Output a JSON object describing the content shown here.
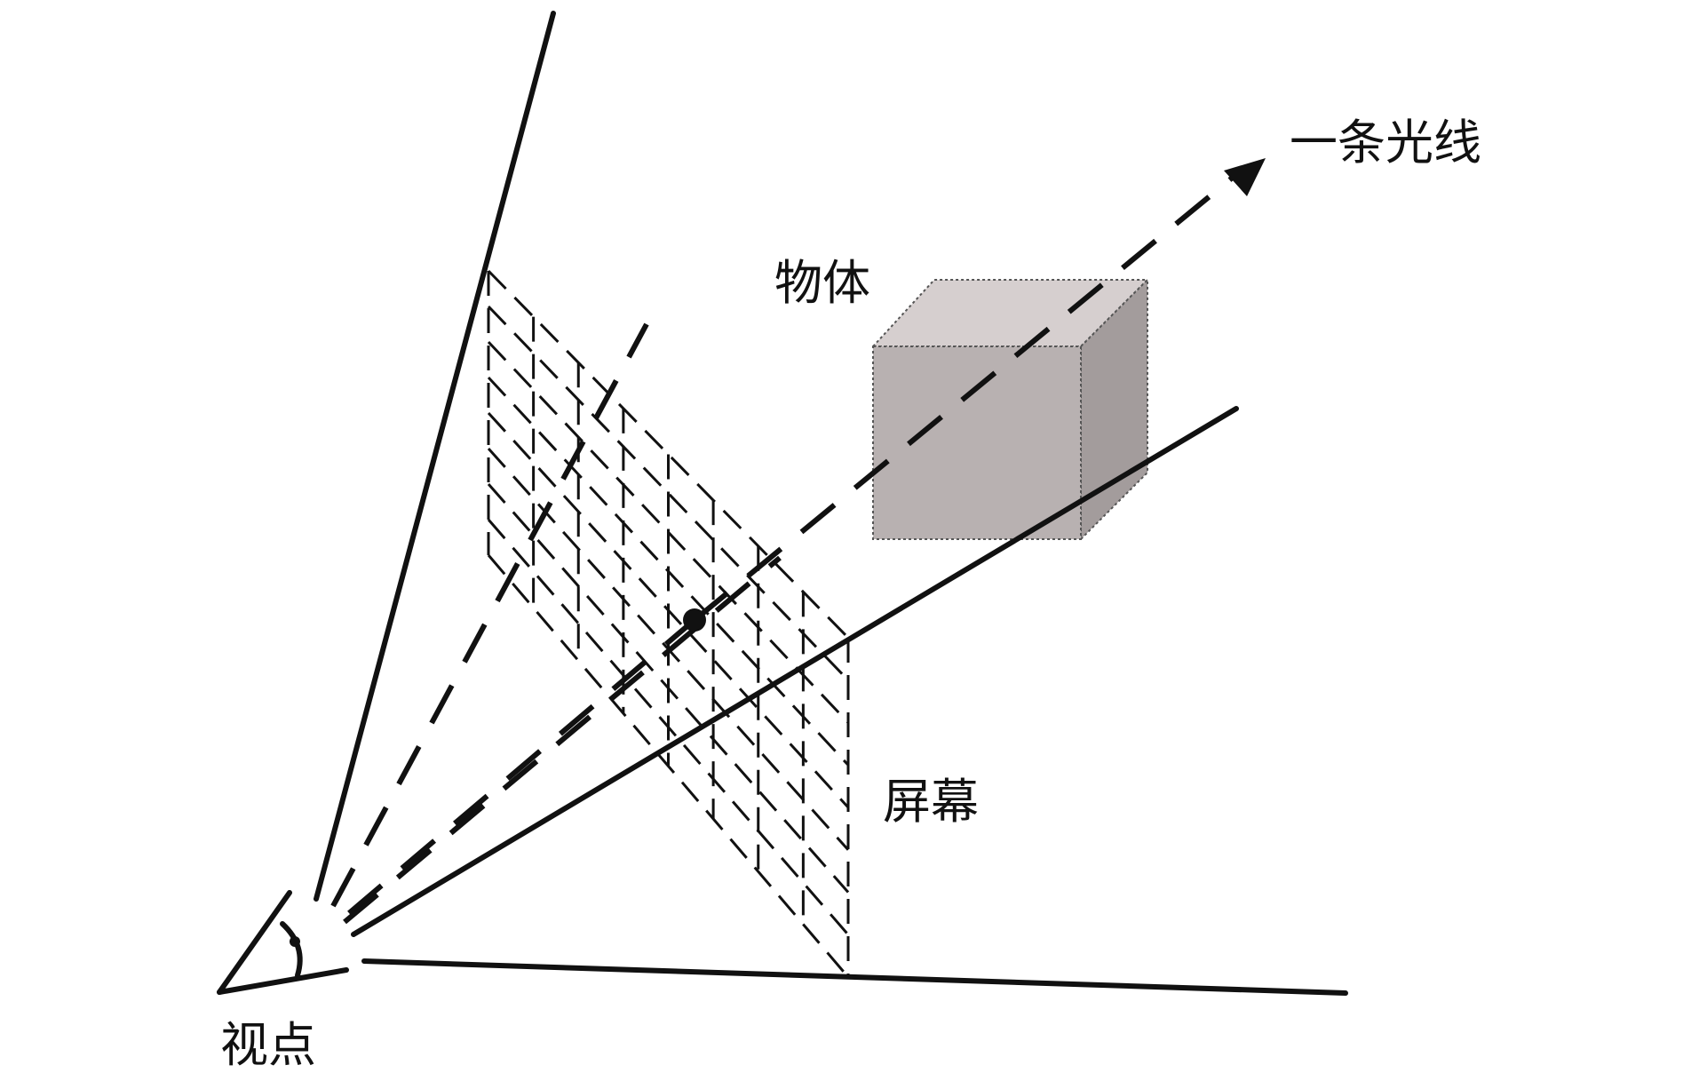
{
  "labels": {
    "ray": "一条光线",
    "object": "物体",
    "screen": "屏幕",
    "viewpoint": "视点"
  },
  "colors": {
    "line": "#111111",
    "cube_front": "#b8b1b1",
    "cube_top": "#d6cfcf",
    "cube_side": "#a39c9c"
  }
}
